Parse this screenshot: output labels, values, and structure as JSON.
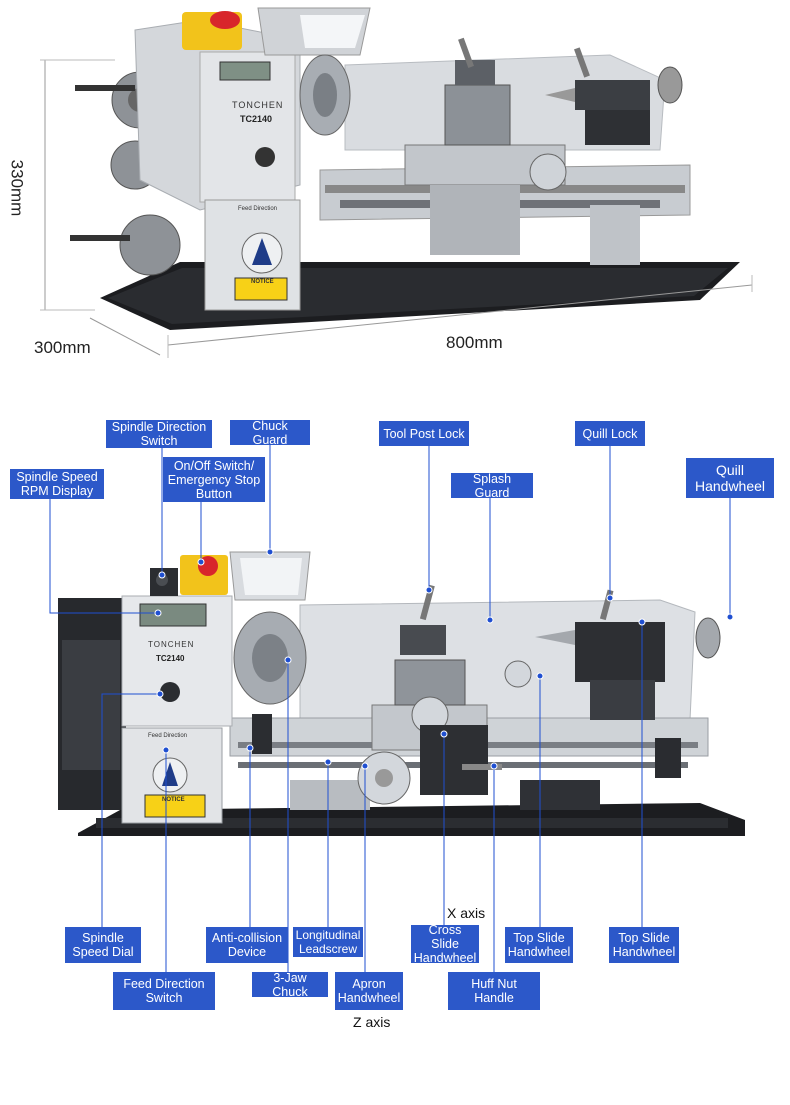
{
  "dimensions": {
    "height": "330mm",
    "depth": "300mm",
    "length": "800mm"
  },
  "machine": {
    "brand": "TONCHEN",
    "model": "TC2140",
    "notice": "NOTICE",
    "feed_direction": "Feed Direction"
  },
  "labels": {
    "spindle_direction_switch": "Spindle Direction Switch",
    "chuck_guard": "Chuck Guard",
    "tool_post_lock": "Tool Post Lock",
    "quill_lock": "Quill Lock",
    "quill_handwheel": "Quill Handwheel",
    "spindle_speed_rpm_display": "Spindle Speed RPM Display",
    "on_off_switch": "On/Off Switch/ Emergency Stop Button",
    "splash_guard": "Splash Guard",
    "spindle_speed_dial": "Spindle Speed Dial",
    "anti_collision_device": "Anti-collision Device",
    "longitudinal_leadscrew": "Longitudinal Leadscrew",
    "cross_slide_handwheel": "Cross Slide Handwheel",
    "top_slide_handwheel_1": "Top Slide Handwheel",
    "top_slide_handwheel_2": "Top Slide Handwheel",
    "feed_direction_switch": "Feed Direction Switch",
    "three_jaw_chuck": "3-Jaw Chuck",
    "apron_handwheel": "Apron Handwheel",
    "huff_nut_handle": "Huff Nut Handle"
  },
  "axes": {
    "x": "X axis",
    "z": "Z axis"
  },
  "colors": {
    "label_bg": "#2c58c9",
    "machine_grey": "#c9cdd1",
    "base_dark": "#1e1f22",
    "emergency_red": "#d8262b",
    "switch_yellow": "#f2c31b"
  }
}
